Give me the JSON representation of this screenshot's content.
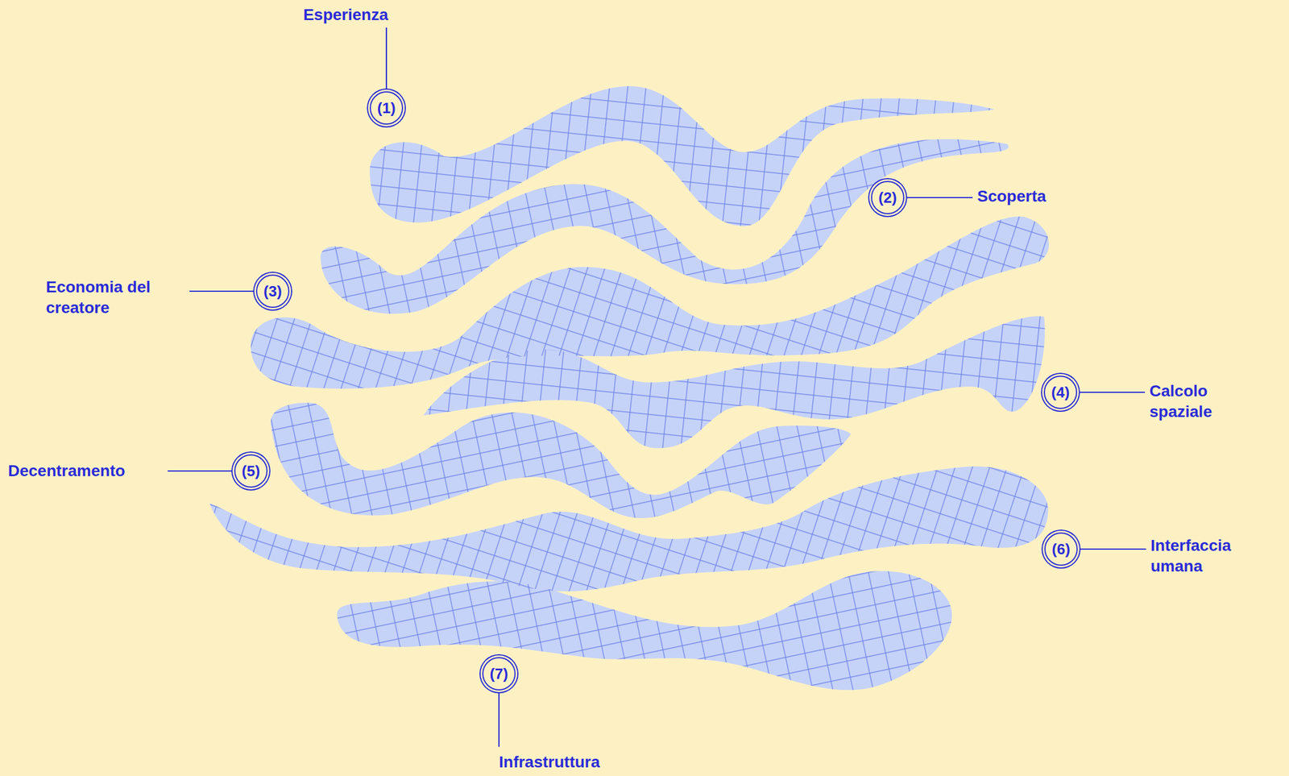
{
  "diagram": {
    "nodes": [
      {
        "text": [
          "(1)"
        ]
      },
      {
        "text": [
          "(2)"
        ]
      },
      {
        "text": [
          "(3)"
        ]
      },
      {
        "text": [
          "(4)"
        ]
      },
      {
        "text": [
          "(5)"
        ]
      },
      {
        "text": [
          "(6)"
        ]
      },
      {
        "text": [
          "(7)"
        ]
      }
    ],
    "labels": [
      "Esperienza",
      "Scoperta",
      "Economia del creatore",
      "Calcolo spaziale",
      "Decentramento",
      "Interfaccia umana",
      "Infrastruttura"
    ]
  }
}
